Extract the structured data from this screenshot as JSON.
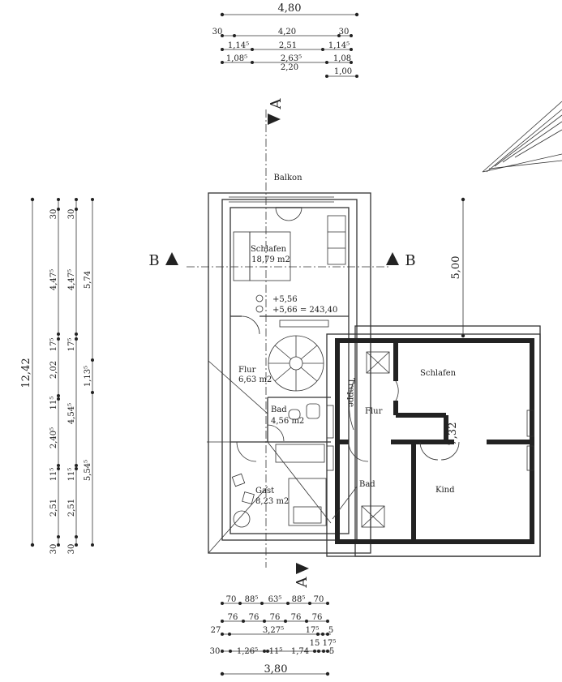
{
  "dims_top": {
    "overall": "4,80",
    "row1": [
      "30",
      "4,20",
      "30"
    ],
    "row2": [
      "1,14⁵",
      "2,51",
      "1,14⁵"
    ],
    "row3": [
      "1,08⁵",
      "2,63⁵",
      "1,08"
    ],
    "row4": [
      "2,20",
      "1,00"
    ]
  },
  "dims_bottom": {
    "row1": [
      "70",
      "88⁵",
      "63⁵",
      "88⁵",
      "70"
    ],
    "row2": [
      "76",
      "76",
      "76",
      "76",
      "76"
    ],
    "row3": [
      "27",
      "3,27⁵",
      "17⁵",
      "5"
    ],
    "row4": [
      "30",
      "1,26⁵",
      "11⁵",
      "1,74",
      "15",
      "17⁵",
      "5"
    ],
    "overall": "3,80"
  },
  "dims_left": {
    "overall": "12,42",
    "colA": [
      "30",
      "4,47⁵",
      "17⁵",
      "2,02",
      "11⁵",
      "2,40⁵",
      "11⁵",
      "2,51",
      "30"
    ],
    "colB": [
      "30",
      "4,47⁵",
      "17⁵",
      "4,54⁵",
      "11⁵",
      "2,51",
      "30"
    ],
    "colC": [
      "5,74",
      "1,13⁵",
      "5,54⁵"
    ]
  },
  "dims_right": {
    "height": "5,00"
  },
  "section_labels": {
    "a_top": "A",
    "a_bottom": "A",
    "b_left": "B",
    "b_right": "B"
  },
  "rooms": {
    "balkon": "Balkon",
    "schlafen_main": "Schlafen",
    "schlafen_main_area": "18,79 m2",
    "level_1": "+5,56",
    "level_2": "+5,66 = 243,40",
    "flur_main": "Flur",
    "flur_main_area": "6,63 m2",
    "bad_main": "Bad",
    "bad_main_area": "4,56 m2",
    "gast": "Gast",
    "gast_area": "8,23 m2",
    "treppe": "Treppe",
    "flur_right": "Flur",
    "schlafen_right": "Schlafen",
    "bad_right": "Bad",
    "kind": "Kind",
    "right_dim": "7,32"
  },
  "colors": {
    "line": "#333333",
    "wall": "#222222",
    "paper": "#ffffff"
  }
}
